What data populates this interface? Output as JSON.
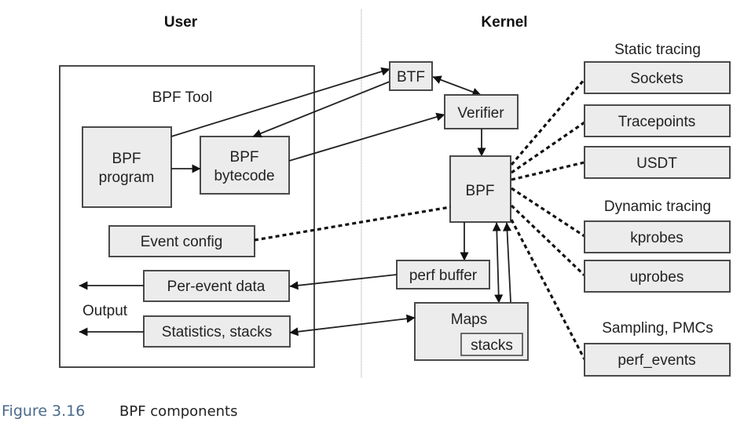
{
  "headers": {
    "user": "User",
    "kernel": "Kernel"
  },
  "user_side": {
    "tool_label": "BPF Tool",
    "bpf_program": [
      "BPF",
      "program"
    ],
    "bpf_bytecode": [
      "BPF",
      "bytecode"
    ],
    "event_config": "Event config",
    "per_event_data": "Per-event data",
    "statistics_stacks": "Statistics, stacks",
    "output_label": "Output"
  },
  "kernel_side": {
    "btf": "BTF",
    "verifier": "Verifier",
    "bpf": "BPF",
    "perf_buffer": "perf buffer",
    "maps": "Maps",
    "stacks": "stacks"
  },
  "event_sources": {
    "static_tracing": {
      "label": "Static tracing",
      "items": [
        "Sockets",
        "Tracepoints",
        "USDT"
      ]
    },
    "dynamic_tracing": {
      "label": "Dynamic tracing",
      "items": [
        "kprobes",
        "uprobes"
      ]
    },
    "sampling": {
      "label": "Sampling, PMCs",
      "items": [
        "perf_events"
      ]
    }
  },
  "caption": {
    "number": "Figure 3.16",
    "title": "BPF components"
  },
  "colors": {
    "box_fill": "#ececec",
    "box_stroke": "#4a4a4a",
    "caption_number": "#4a6a8a"
  }
}
